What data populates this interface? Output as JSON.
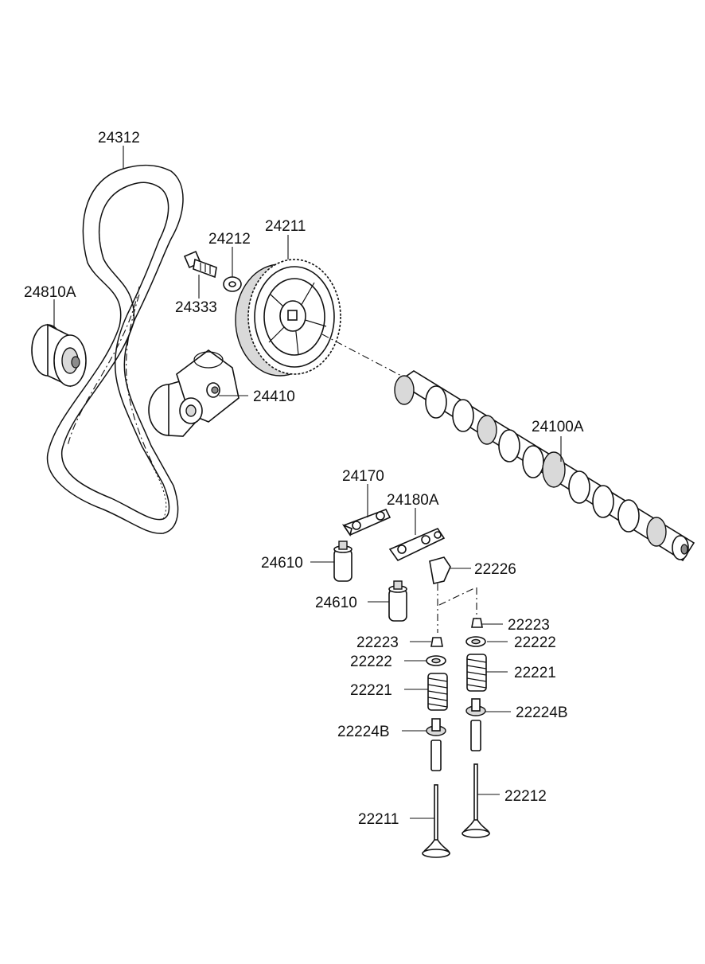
{
  "labels": {
    "timing_belt": "24312",
    "idler_pulley": "24810A",
    "washer_small": "24212",
    "bolt": "24333",
    "cam_sprocket": "24211",
    "tensioner": "24410",
    "camshaft": "24100A",
    "rocker_arm_a": "24170",
    "rocker_arm_b": "24180A",
    "lash_adjuster_a": "24610",
    "lash_adjuster_b": "24610",
    "valve_tip": "22226",
    "retainer_lock_right": "22223",
    "retainer_lock_left": "22223",
    "retainer_right": "22222",
    "retainer_left": "22222",
    "spring_right": "22221",
    "spring_left": "22221",
    "stem_seal_right": "22224B",
    "stem_seal_left": "22224B",
    "exhaust_valve": "22212",
    "intake_valve": "22211"
  }
}
